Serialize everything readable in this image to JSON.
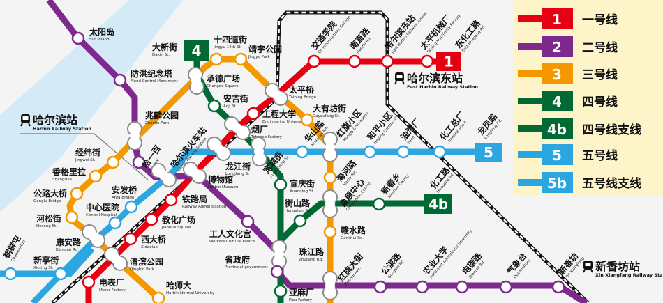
{
  "colors": {
    "line1": "#e60012",
    "line2": "#7d2a8c",
    "line3": "#f39800",
    "line4": "#006934",
    "line5": "#2ca6e0",
    "river": "#d4ebf7",
    "legend_bg": "#fdf5c9",
    "interchange_stroke": "#8a8a8a"
  },
  "legend": [
    {
      "badge": "1",
      "label": "一号线",
      "color": "#e60012"
    },
    {
      "badge": "2",
      "label": "二号线",
      "color": "#7d2a8c"
    },
    {
      "badge": "3",
      "label": "三号线",
      "color": "#f39800"
    },
    {
      "badge": "4",
      "label": "四号线",
      "color": "#006934"
    },
    {
      "badge": "4b",
      "label": "四号线支线",
      "color": "#006934"
    },
    {
      "badge": "5",
      "label": "五号线",
      "color": "#2ca6e0"
    },
    {
      "badge": "5b",
      "label": "五号线支线",
      "color": "#2ca6e0"
    }
  ],
  "line_badges": {
    "line1": "1",
    "line4": "4",
    "line4b": "4b",
    "line5": "5"
  },
  "railway_stations": [
    {
      "id": "harbin",
      "cn": "哈尔滨站",
      "en": "Harbin Railway Station",
      "icon": "train-icon"
    },
    {
      "id": "harbin_east",
      "cn": "哈尔滨东站",
      "en": "East Harbin Railway Station",
      "icon": "train-icon"
    },
    {
      "id": "xinxiangfang",
      "cn": "新香坊站",
      "en": "Xin Xiangfang Railway Station",
      "icon": "train-icon"
    }
  ],
  "stations": [
    {
      "id": "taiyangdao",
      "cn": "太阳岛",
      "en": "Sun Island"
    },
    {
      "id": "fanghong",
      "cn": "防洪纪念塔",
      "en": "Flood Control Monument"
    },
    {
      "id": "zhaolin",
      "cn": "兆麟公园",
      "en": "Zhaolin Park"
    },
    {
      "id": "hayibai",
      "cn": "哈一百",
      "en": "Hayibai"
    },
    {
      "id": "hrbhcz",
      "cn": "哈尔滨火车站",
      "en": "Harbin Railway Station"
    },
    {
      "id": "bowuguan",
      "cn": "博物馆",
      "en": "Harbin Museum"
    },
    {
      "id": "longjiang",
      "cn": "龙江街",
      "en": "Longjiang St"
    },
    {
      "id": "yanchang",
      "cn": "烟厂",
      "en": "Tobacco Factory"
    },
    {
      "id": "gongcheng",
      "cn": "工程大学",
      "en": "Engineering University"
    },
    {
      "id": "anji",
      "cn": "安吉街",
      "en": "Anji St."
    },
    {
      "id": "chengde",
      "cn": "承德广场",
      "en": "Chengde Square"
    },
    {
      "id": "daxin",
      "cn": "大新街",
      "en": "Daxin St."
    },
    {
      "id": "shisidao",
      "cn": "十四道街",
      "en": "Jingyu 14th St."
    },
    {
      "id": "jingyu",
      "cn": "靖宇公园",
      "en": "Jingyu Park"
    },
    {
      "id": "taipingqiao",
      "cn": "太平桥",
      "en": "Taiping Bridge"
    },
    {
      "id": "jiaotong",
      "cn": "交通学院",
      "en": "Communications College"
    },
    {
      "id": "nanzhi",
      "cn": "南直路",
      "en": "Nanzhi Rd"
    },
    {
      "id": "dongzhan",
      "cn": "哈尔滨东站",
      "en": "East Harbin Railway Station"
    },
    {
      "id": "taipingjixie",
      "cn": "太平机械厂",
      "en": "Taiping Machinery Factory"
    },
    {
      "id": "donghua",
      "cn": "东化工路",
      "en": "East Huagong Rd."
    },
    {
      "id": "dayoufang",
      "cn": "大有坊街",
      "en": "Dayoufang St."
    },
    {
      "id": "huashan",
      "cn": "华山路",
      "en": "Huashan Rd."
    },
    {
      "id": "kuancheng",
      "cn": "宽城街",
      "en": "Kuancheng St."
    },
    {
      "id": "hongqixq",
      "cn": "红旗小区",
      "en": "Hongqi Community"
    },
    {
      "id": "hepingxq",
      "cn": "和平小区",
      "en": "Heping Community"
    },
    {
      "id": "youqi",
      "cn": "油漆厂",
      "en": "Paint"
    },
    {
      "id": "huagongzc",
      "cn": "化工总厂",
      "en": "Chemical Plant"
    },
    {
      "id": "longfeng",
      "cn": "龙凤路",
      "en": "Longfeng Rd."
    },
    {
      "id": "haihe",
      "cn": "海河路",
      "en": "Haihe Rd."
    },
    {
      "id": "huizhan",
      "cn": "会展中心",
      "en": "Convention Centre"
    },
    {
      "id": "xinchun",
      "cn": "新春乡",
      "en": "Xinchun County"
    },
    {
      "id": "huagonglu",
      "cn": "化工路",
      "en": "Huagong Rd."
    },
    {
      "id": "xuanqing",
      "cn": "宣庆街",
      "en": "Xuanqing St."
    },
    {
      "id": "hengshan",
      "cn": "衡山路",
      "en": "Hengshan Rd."
    },
    {
      "id": "ganshui",
      "cn": "赣水路",
      "en": "Ganshui Rd."
    },
    {
      "id": "gongren",
      "cn": "工人文化宫",
      "en": "Workers Cultural Palace"
    },
    {
      "id": "shengzf",
      "cn": "省政府",
      "en": "Provincial government"
    },
    {
      "id": "zhujiang",
      "cn": "珠江路",
      "en": "Zhujiang Rd."
    },
    {
      "id": "yamachang",
      "cn": "亚麻厂",
      "en": "Flax Factory"
    },
    {
      "id": "hongqidj",
      "cn": "红旗大街",
      "en": "Hongqi Ave."
    },
    {
      "id": "gongbin",
      "cn": "公滨路",
      "en": "Gongbin Rd"
    },
    {
      "id": "nongye",
      "cn": "农业大学",
      "en": "Northeast Agricultural University"
    },
    {
      "id": "diantan",
      "cn": "电碳路",
      "en": "Diantan Rd"
    },
    {
      "id": "qixiang",
      "cn": "气象台",
      "en": "Observatory"
    },
    {
      "id": "xinxiangfang",
      "cn": "新香坊",
      "en": "Xin Xiangfang"
    },
    {
      "id": "tieluju",
      "cn": "铁路局",
      "en": "Railway Administration"
    },
    {
      "id": "jiaohua",
      "cn": "教化广场",
      "en": "Jiaohua Square"
    },
    {
      "id": "xidaqiao",
      "cn": "西大桥",
      "en": "Xidaqiao"
    },
    {
      "id": "qingbin",
      "cn": "清滨公园",
      "en": "Qingbin Park"
    },
    {
      "id": "dianbiao",
      "cn": "电表厂",
      "en": "Meter Factory"
    },
    {
      "id": "hashida",
      "cn": "哈师大",
      "en": "Harbin Normal University"
    },
    {
      "id": "kangan",
      "cn": "康安路",
      "en": "Kang'an Rd."
    },
    {
      "id": "anfa",
      "cn": "安发桥",
      "en": "Anfa Bridge"
    },
    {
      "id": "zhongxin",
      "cn": "中心医院",
      "en": "Central Hospital"
    },
    {
      "id": "hesong",
      "cn": "河松街",
      "en": "Hesong St."
    },
    {
      "id": "gonglu",
      "cn": "公路大桥",
      "en": "Gonglu Bridge"
    },
    {
      "id": "xianggeli",
      "cn": "香格里拉",
      "en": "Shangri-la"
    },
    {
      "id": "jingwei",
      "cn": "经纬街",
      "en": "Jingwei St."
    },
    {
      "id": "xinting",
      "cn": "新亭街",
      "en": "Xinting St."
    },
    {
      "id": "chaoxiantun",
      "cn": "朝鲜屯",
      "en": "Chaoxiantun"
    }
  ]
}
